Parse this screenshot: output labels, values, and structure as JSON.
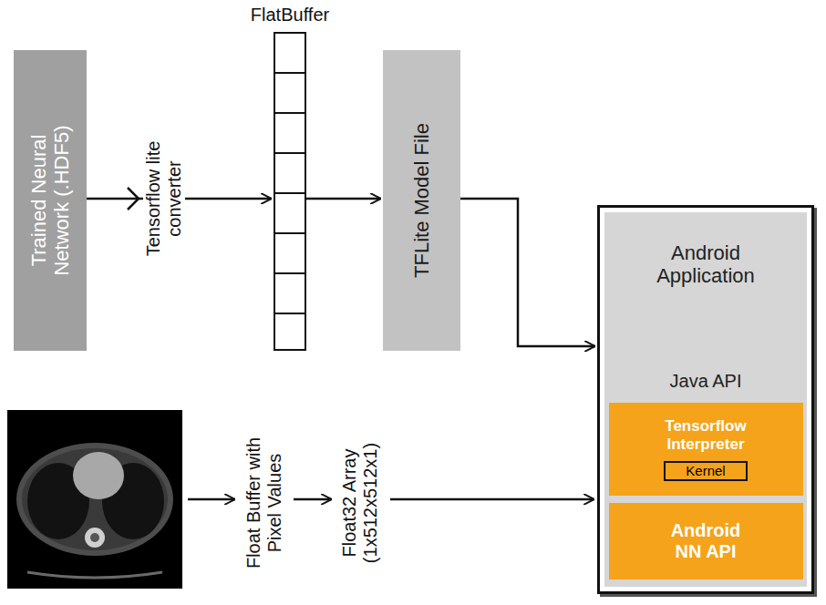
{
  "diagram": {
    "nodes": [
      {
        "text": [
          "Trained Neural Network (.HDF5)"
        ]
      },
      {
        "text": [
          "FlatBuffer"
        ]
      },
      {
        "text": [
          "TFLite Model File"
        ]
      },
      {
        "text": [
          "Android Application",
          "Java API"
        ]
      },
      {
        "text": [
          "Tensorflow Interpreter"
        ],
        "in": 3
      },
      {
        "text": [
          "Kernel"
        ],
        "in": 4
      },
      {
        "text": [
          "Android NN API"
        ],
        "in": 3
      }
    ],
    "edges": [
      {
        "from": 0,
        "to": 1,
        "arrow": "to",
        "label": "Tensorflow lite converter"
      },
      {
        "from": 1,
        "to": 2,
        "arrow": "to"
      },
      {
        "from": 2,
        "to": 3,
        "arrow": "to"
      }
    ],
    "labels": [
      "Float Buffer with Pixel Values",
      "Float32 Array (1x512x512x1)"
    ]
  }
}
